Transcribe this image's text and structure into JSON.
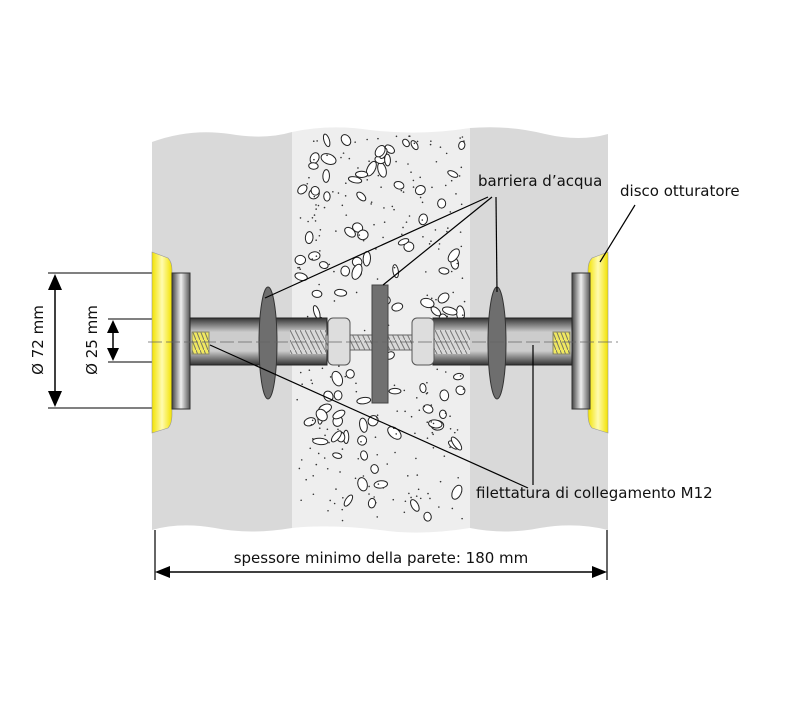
{
  "labels": {
    "water_barrier": "barriera d’acqua",
    "sealing_disc": "disco otturatore",
    "thread": "filettatura di collegamento M12",
    "wall_thickness": "spessore minimo della parete: 180 mm",
    "outer_diameter": "Ø 72 mm",
    "inner_diameter": "Ø 25 mm"
  },
  "colors": {
    "wall": "#d9d9d9",
    "concrete": "#eeeeee",
    "disc": "#f5e800",
    "washer": "#6e6e6e",
    "plate": "#707070",
    "thread": "#e8e060"
  }
}
